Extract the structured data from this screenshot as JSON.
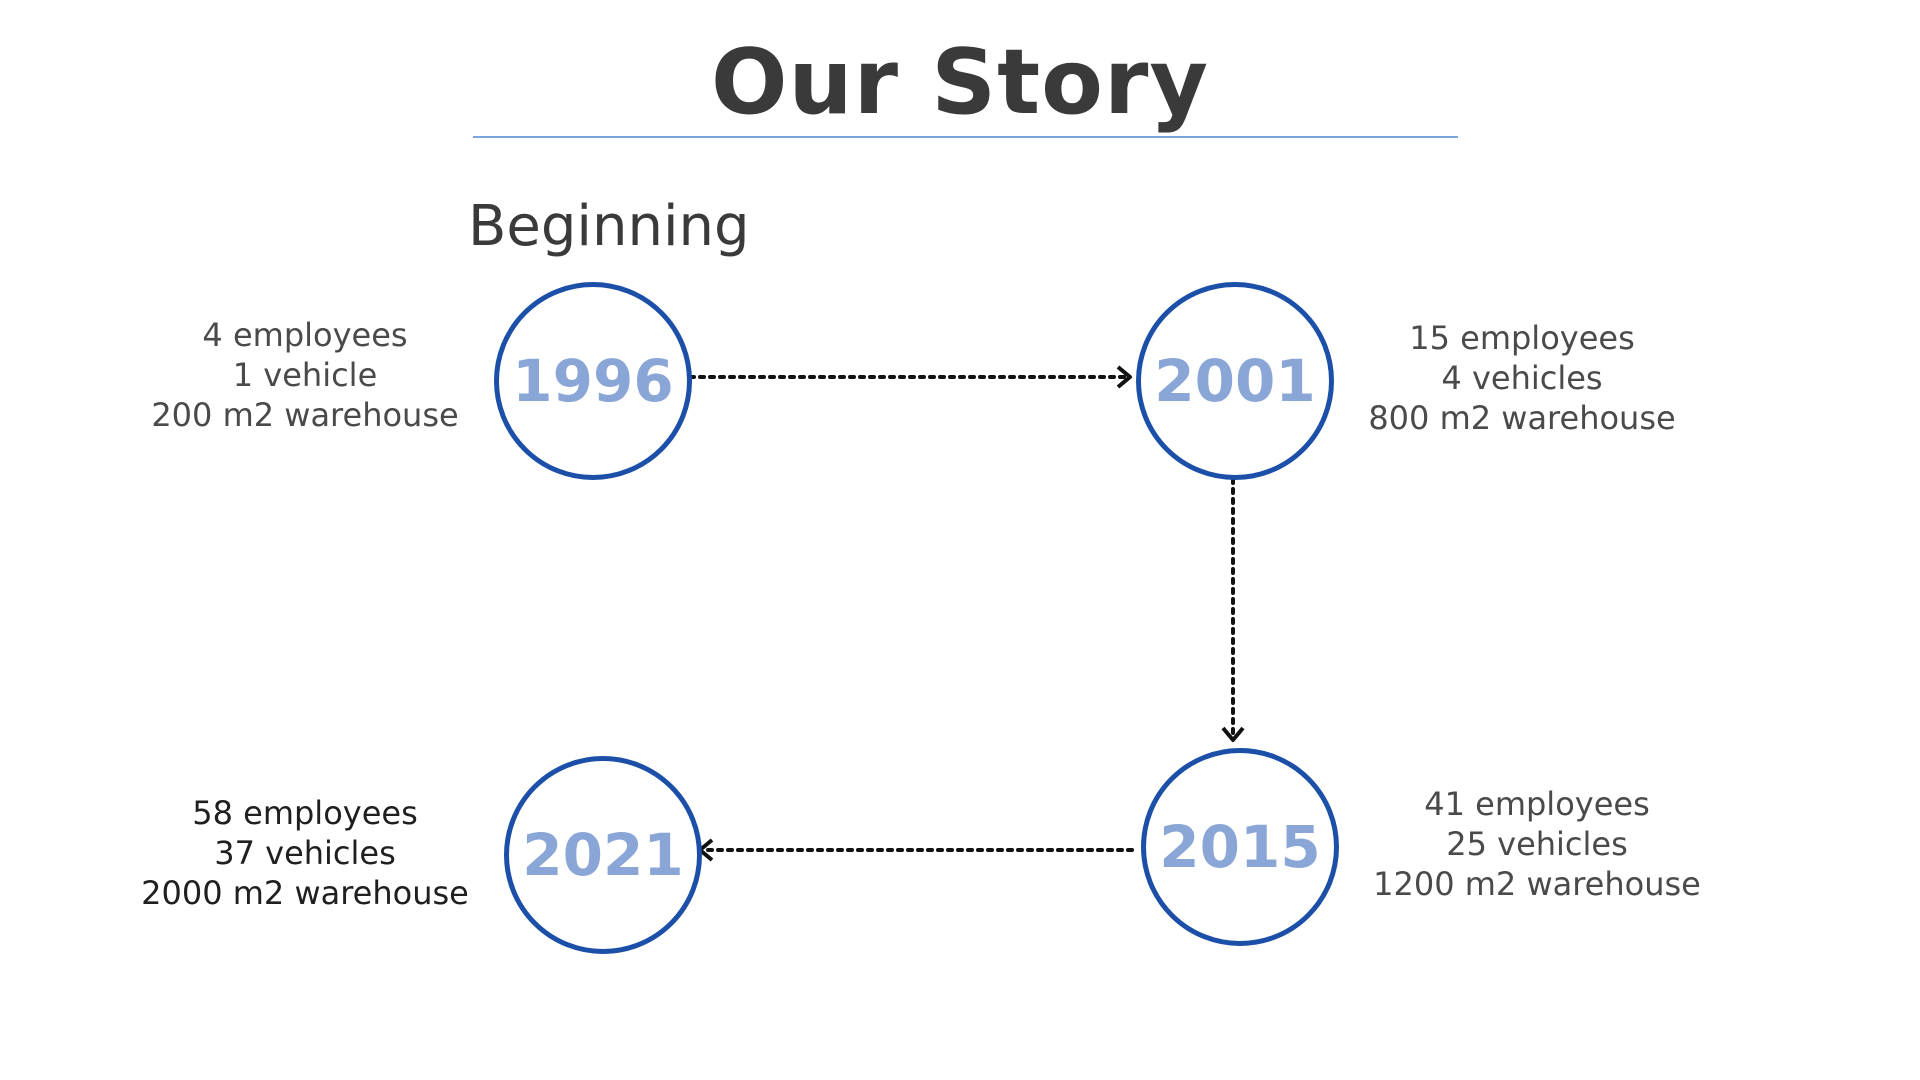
{
  "title": "Our Story",
  "section_label": "Beginning",
  "colors": {
    "circle_border": "#1b4fa8",
    "year_text": "#8aa6d6",
    "title_rule": "#7ba3dd",
    "text": "#3a3a3a"
  },
  "milestones": [
    {
      "year": "1996",
      "stats": [
        "4 employees",
        "1 vehicle",
        "200 m2 warehouse"
      ]
    },
    {
      "year": "2001",
      "stats": [
        "15 employees",
        "4 vehicles",
        "800 m2 warehouse"
      ]
    },
    {
      "year": "2015",
      "stats": [
        "41 employees",
        "25 vehicles",
        "1200 m2 warehouse"
      ]
    },
    {
      "year": "2021",
      "stats": [
        "58 employees",
        "37 vehicles",
        "2000 m2 warehouse"
      ]
    }
  ]
}
